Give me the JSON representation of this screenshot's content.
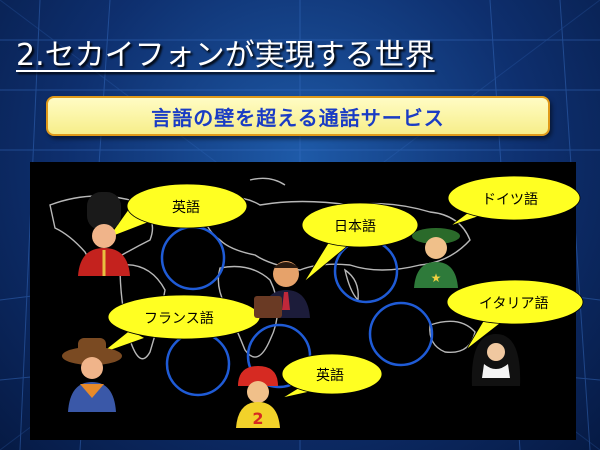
{
  "slide": {
    "title": "2.セカイフォンが実現する世界",
    "banner": "言語の壁を超える通話サービス"
  },
  "bubbles": {
    "english_top": "英語",
    "japanese": "日本語",
    "german": "ドイツ語",
    "french": "フランス語",
    "italian": "イタリア語",
    "english_bottom": "英語"
  },
  "colors": {
    "background": "#0e2f6e",
    "banner_fill": "#fffcc4",
    "banner_border": "#e09a1a",
    "banner_text": "#1a3cc4",
    "bubble_fill": "#ffff22",
    "circle_stroke": "#1f5bd6",
    "map_panel": "#000000"
  },
  "icons": [
    "royal-guard-icon",
    "businessman-icon",
    "soldier-icon",
    "cowboy-icon",
    "racer-icon",
    "nun-icon"
  ]
}
